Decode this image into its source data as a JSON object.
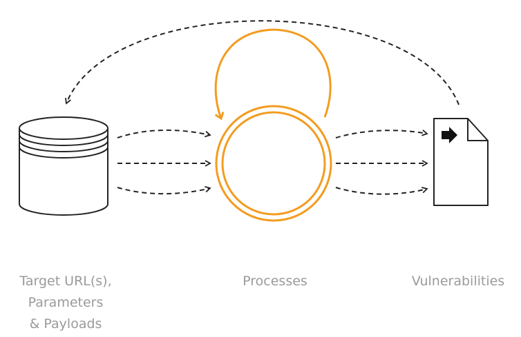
{
  "diagram": {
    "nodes": {
      "inputs": {
        "icon": "database-icon",
        "label_lines": [
          "Target URL(s),",
          "Parameters",
          "& Payloads"
        ]
      },
      "processes": {
        "icon": "double-circle-icon",
        "label": "Processes"
      },
      "vulnerabilities": {
        "icon": "document-icon",
        "label": "Vulnerabilities"
      }
    },
    "edges": [
      {
        "from": "inputs",
        "to": "processes",
        "count": 3,
        "style": "dashed"
      },
      {
        "from": "processes",
        "to": "vulnerabilities",
        "count": 3,
        "style": "dashed"
      },
      {
        "from": "vulnerabilities",
        "to": "inputs",
        "count": 1,
        "style": "dashed"
      },
      {
        "from": "processes",
        "to": "processes",
        "count": 1,
        "style": "solid"
      }
    ],
    "colors": {
      "accent": "#f39c1f",
      "line": "#222222",
      "label": "#9a9a9a"
    }
  }
}
